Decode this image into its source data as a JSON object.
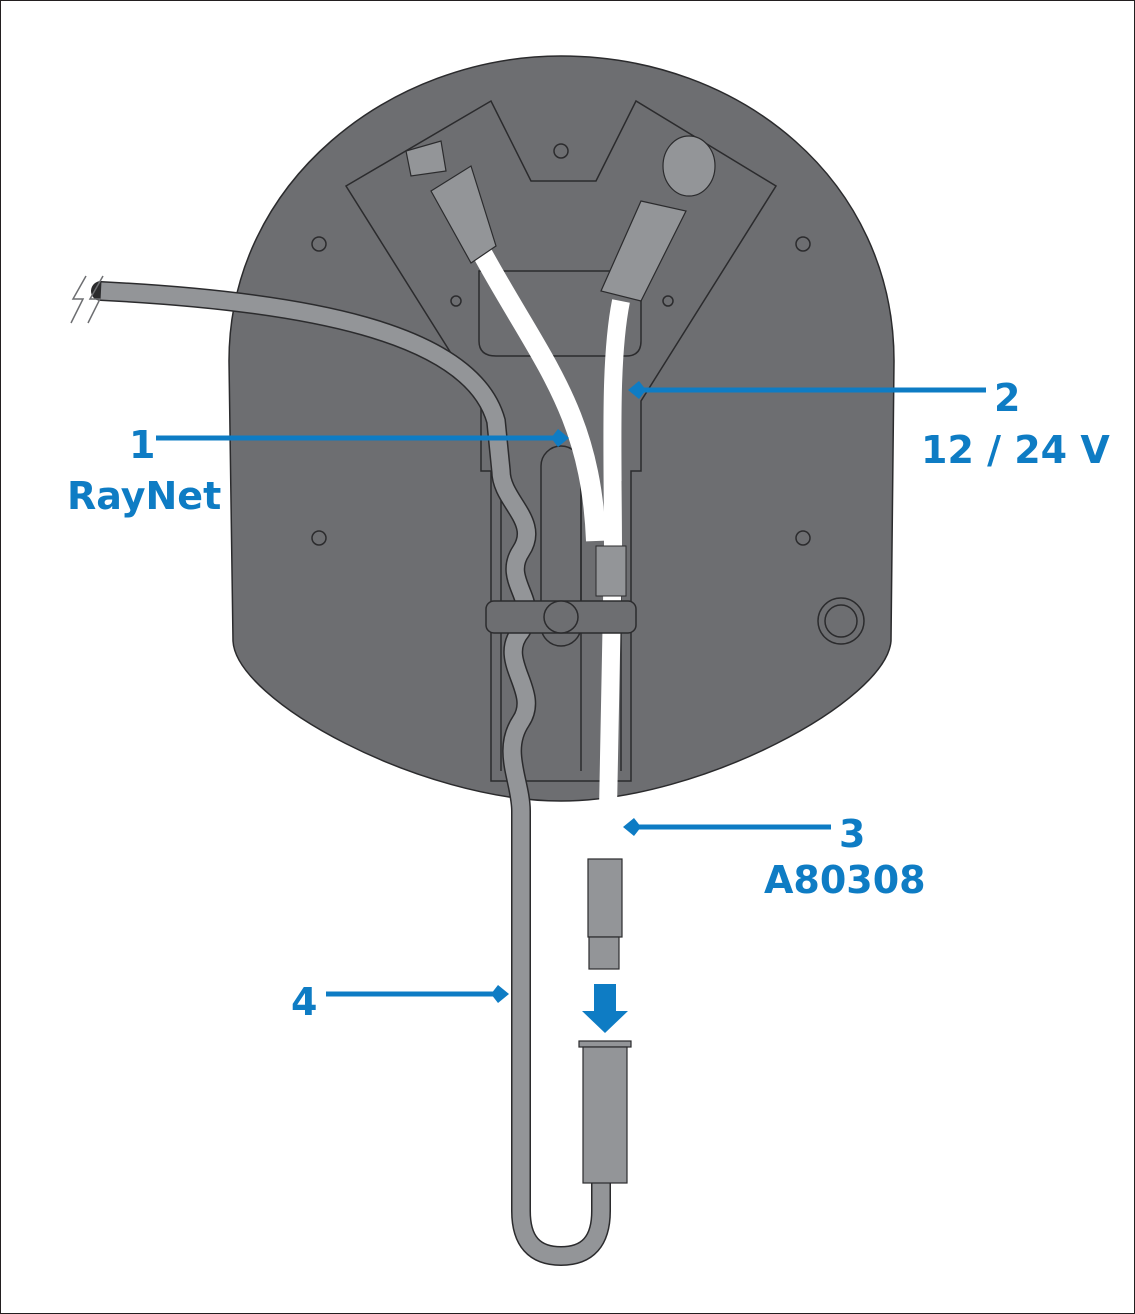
{
  "colors": {
    "callout": "#0e7cc4",
    "body": "#6d6e71",
    "cable_gray": "#939598",
    "cable_white": "#ffffff",
    "outline": "#2b2b2d"
  },
  "callouts": [
    {
      "number": "1",
      "label": "RayNet"
    },
    {
      "number": "2",
      "label": "12 / 24 V"
    },
    {
      "number": "3",
      "label": "A80308"
    },
    {
      "number": "4",
      "label": ""
    }
  ]
}
